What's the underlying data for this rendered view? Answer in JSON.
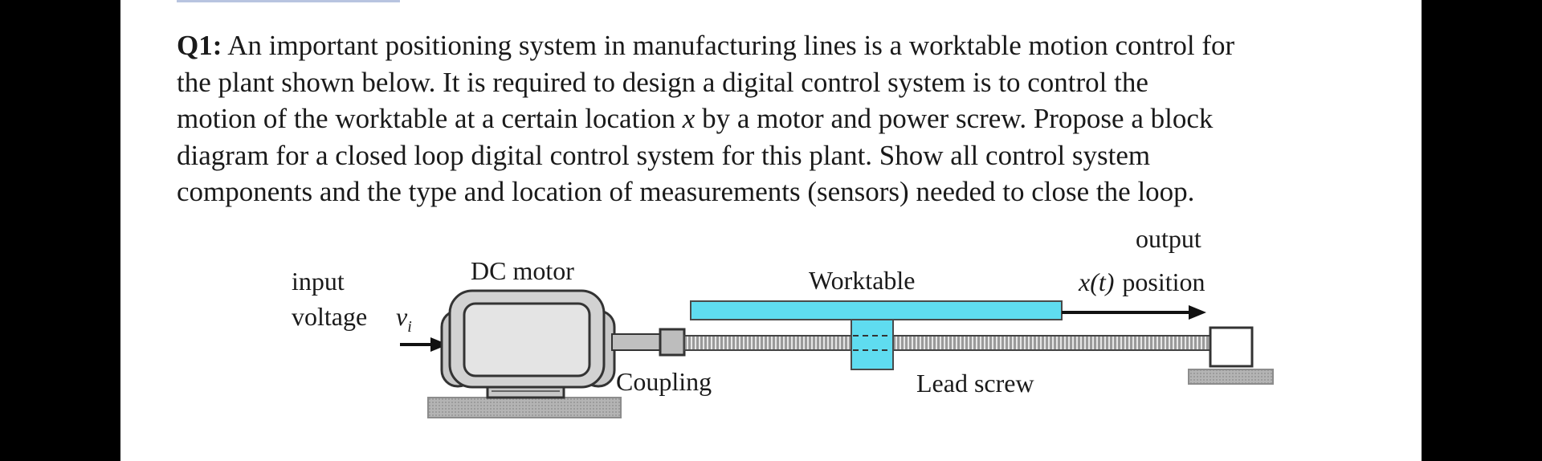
{
  "question": {
    "label": "Q1:",
    "line1_rest": " An important positioning system in manufacturing lines is a worktable motion control for",
    "line2": "the plant shown below.  It is required to design a digital control system is to control the",
    "line3_before": "motion of the worktable at a certain location ",
    "line3_var": "x",
    "line3_after": " by a motor and power screw. Propose a block",
    "line4": "diagram for a closed loop digital control system for this plant. Show all control system",
    "line5": "components and the type and location of measurements (sensors) needed to close the loop."
  },
  "diagram": {
    "input_label": "input",
    "voltage_label": "voltage",
    "input_var": "v",
    "input_var_sub": "i",
    "motor_label": "DC motor",
    "coupling_label": "Coupling",
    "worktable_label": "Worktable",
    "lead_screw_label": "Lead screw",
    "output_label": "output",
    "output_var": "x(t)",
    "position_label": "position",
    "worktable_color": "#5fdcf0",
    "motor_color": "#d2d2d2",
    "base_color": "#b4b4b4"
  }
}
